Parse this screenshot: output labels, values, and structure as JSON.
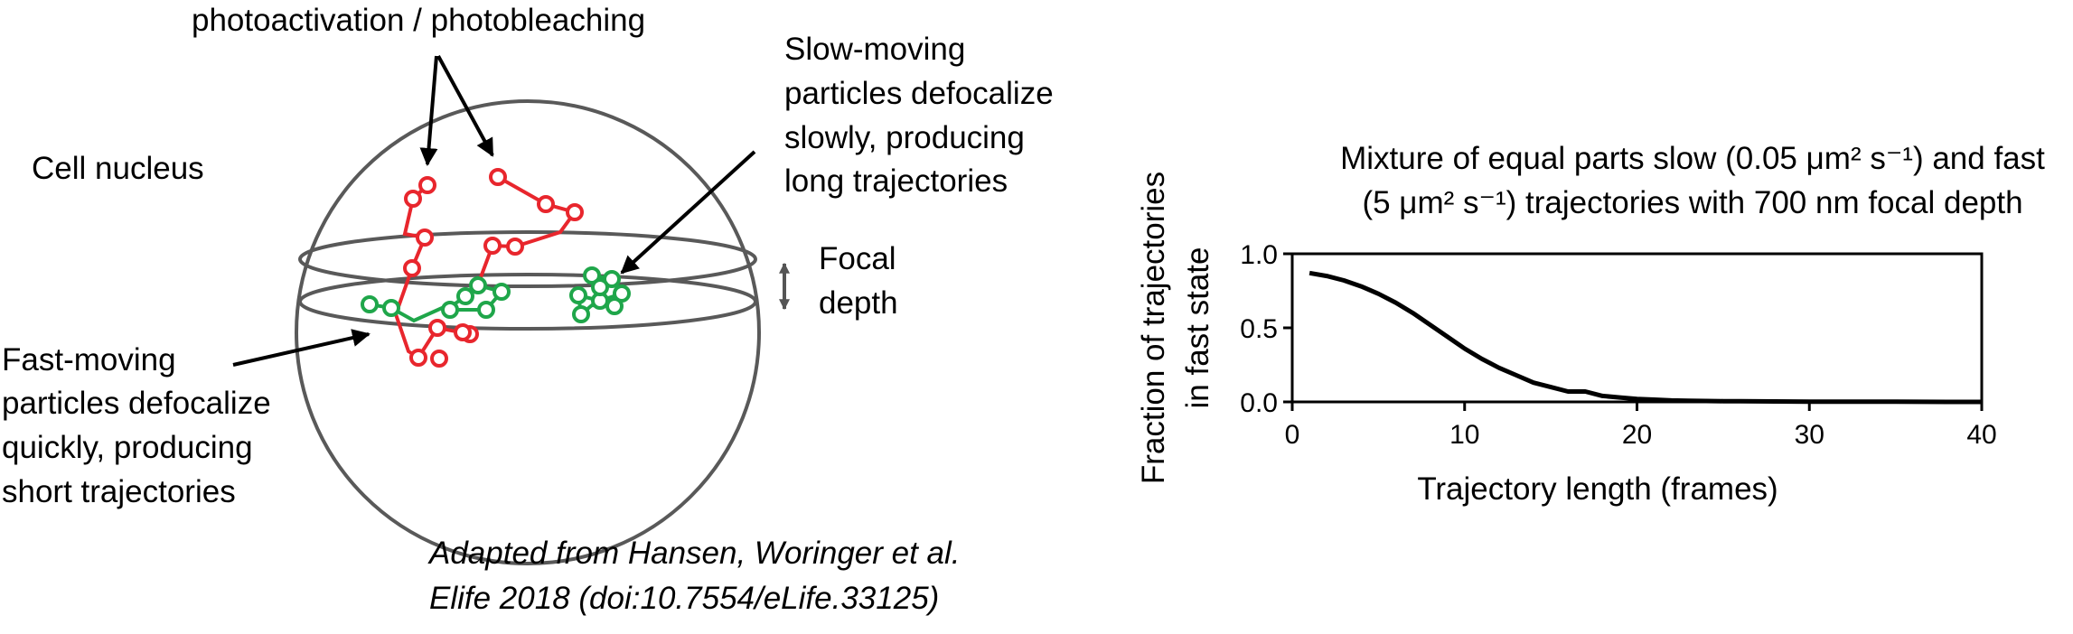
{
  "diagram": {
    "photo_label": "photoactivation / photobleaching",
    "nucleus_label": "Cell nucleus",
    "slow_label": [
      "Slow-moving",
      "particles defocalize",
      "slowly, producing",
      "long trajectories"
    ],
    "fast_label": [
      "Fast-moving",
      "particles defocalize",
      "quickly, producing",
      "short trajectories"
    ],
    "focal_label": [
      "Focal",
      "depth"
    ],
    "credit": [
      "Adapted from Hansen, Woringer et al.",
      "Elife 2018 (doi:10.7554/eLife.33125)"
    ],
    "colors": {
      "fast_track": "#e8262d",
      "slow_track": "#1fa64a",
      "outline": "#595959",
      "arrow": "#000000"
    }
  },
  "chart_data": {
    "type": "line",
    "title_line1": "Mixture of equal parts slow (0.05 μm² s⁻¹) and fast",
    "title_line2": "(5 μm² s⁻¹) trajectories with 700 nm focal depth",
    "xlabel": "Trajectory length (frames)",
    "ylabel_line1": "Fraction of trajectories",
    "ylabel_line2": "in fast state",
    "xlim": [
      0,
      40
    ],
    "ylim": [
      0,
      1.0
    ],
    "xticks": [
      "0",
      "10",
      "20",
      "30",
      "40"
    ],
    "yticks": [
      "0.0",
      "0.5",
      "1.0"
    ],
    "grid": false,
    "x": [
      1,
      2,
      3,
      4,
      5,
      6,
      7,
      8,
      9,
      10,
      11,
      12,
      13,
      14,
      15,
      16,
      17,
      18,
      19,
      20,
      21,
      22,
      23,
      24,
      25,
      26,
      28,
      30,
      32,
      35,
      38,
      40
    ],
    "y": [
      0.87,
      0.85,
      0.82,
      0.78,
      0.73,
      0.67,
      0.6,
      0.52,
      0.44,
      0.36,
      0.29,
      0.23,
      0.18,
      0.13,
      0.1,
      0.07,
      0.07,
      0.04,
      0.03,
      0.02,
      0.015,
      0.01,
      0.008,
      0.006,
      0.005,
      0.004,
      0.003,
      0.002,
      0.001,
      0.001,
      0.0,
      0.0
    ]
  }
}
